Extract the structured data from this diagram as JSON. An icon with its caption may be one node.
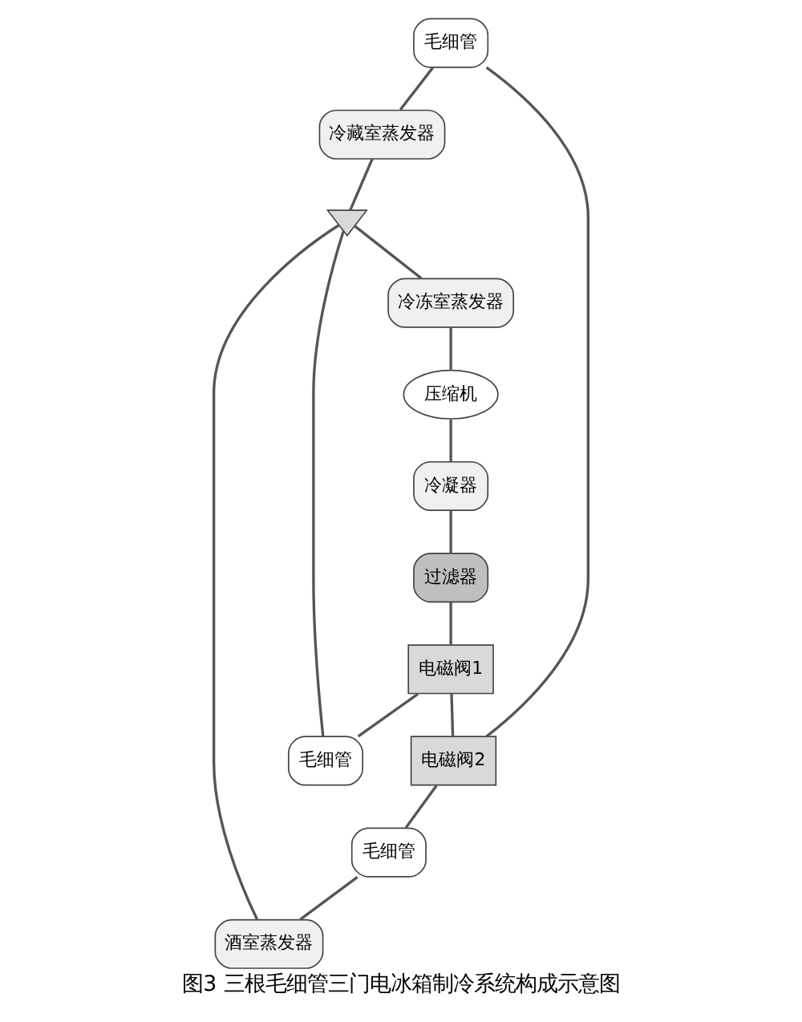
{
  "diagram": {
    "caption": "图3 三根毛细管三门电冰箱制冷系统构成示意图",
    "nodes": [
      {
        "text": [
          "毛细管"
        ]
      },
      {
        "text": [
          "冷藏室蒸发器"
        ]
      },
      {
        "text": [
          "酒室蒸发器"
        ]
      },
      {
        "text": [
          "毛细管"
        ]
      },
      {
        "text": [
          "电磁阀2"
        ]
      },
      {
        "text": [
          "毛细管"
        ]
      },
      {
        "text": [
          "电磁阀1"
        ]
      },
      {
        "text": [
          "过滤器"
        ]
      },
      {
        "text": [],
        "shape": "triangle"
      },
      {
        "text": [
          "冷冻室蒸发器"
        ]
      },
      {
        "text": [
          "冷凝器"
        ]
      },
      {
        "text": [
          "压缩机"
        ]
      }
    ],
    "edges": [
      {
        "from": 11,
        "to": 10,
        "arrow": "none"
      },
      {
        "from": 10,
        "to": 7,
        "arrow": "none"
      },
      {
        "from": 7,
        "to": 6,
        "arrow": "none"
      },
      {
        "from": 6,
        "to": 4,
        "arrow": "none"
      },
      {
        "from": 4,
        "to": 0,
        "arrow": "none"
      },
      {
        "from": 0,
        "to": 1,
        "arrow": "none"
      },
      {
        "from": 1,
        "to": 8,
        "arrow": "none"
      },
      {
        "from": 4,
        "to": 3,
        "arrow": "none"
      },
      {
        "from": 3,
        "to": 2,
        "arrow": "none"
      },
      {
        "from": 2,
        "to": 8,
        "arrow": "none"
      },
      {
        "from": 6,
        "to": 5,
        "arrow": "none"
      },
      {
        "from": 5,
        "to": 8,
        "arrow": "none"
      },
      {
        "from": 8,
        "to": 9,
        "arrow": "none"
      },
      {
        "from": 9,
        "to": 11,
        "arrow": "none"
      }
    ]
  }
}
